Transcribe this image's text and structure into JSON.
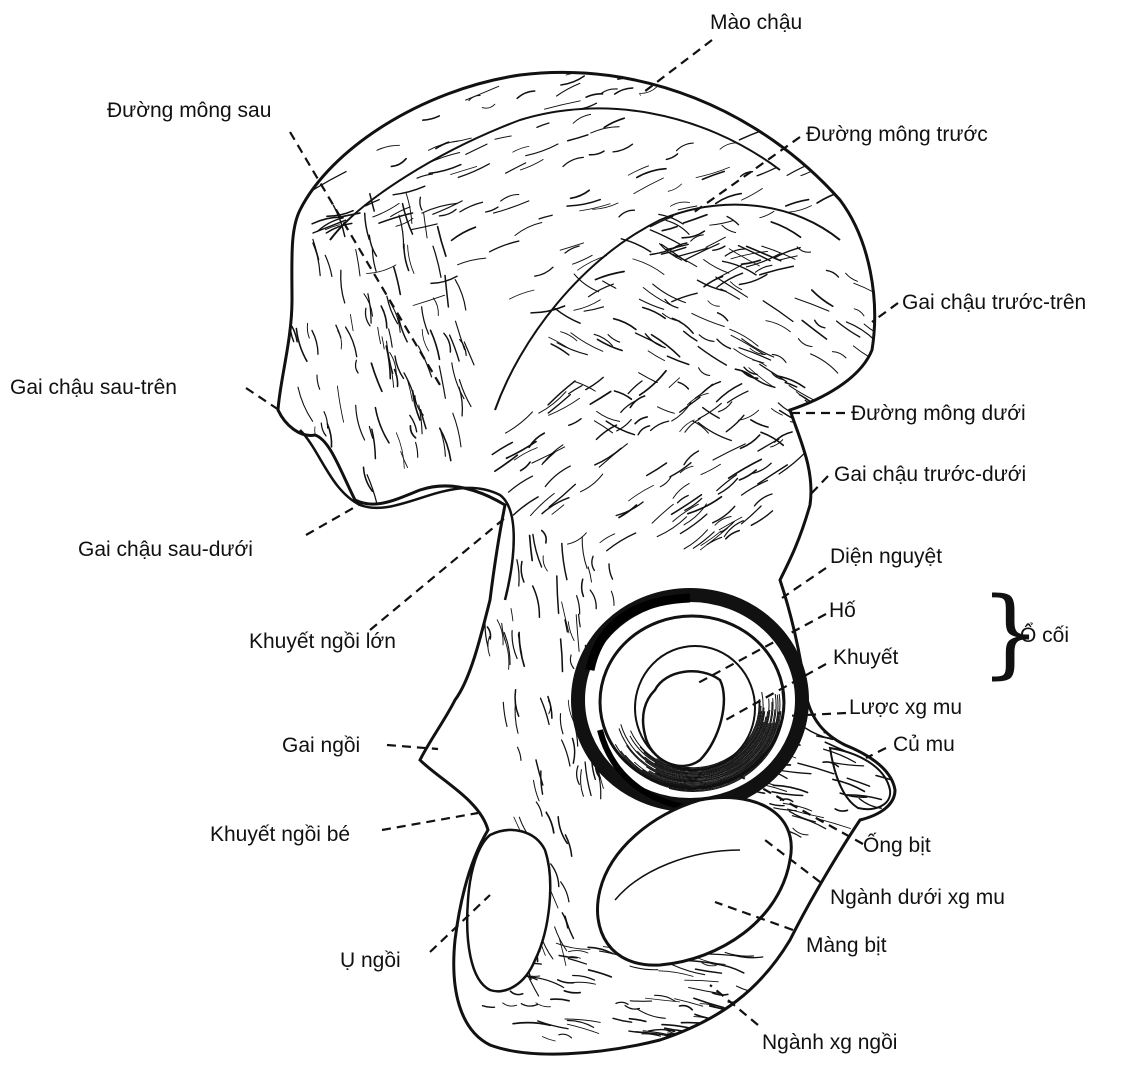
{
  "labels": {
    "mao_chau": "Mào chậu",
    "duong_mong_sau": "Đường mông sau",
    "duong_mong_truoc": "Đường mông trước",
    "gai_chau_truoc_tren": "Gai chậu trước-trên",
    "gai_chau_sau_tren": "Gai chậu sau-trên",
    "duong_mong_duoi": "Đường mông dưới",
    "gai_chau_truoc_duoi": "Gai chậu trước-dưới",
    "gai_chau_sau_duoi": "Gai chậu sau-dưới",
    "dien_nguyet": "Diện nguyệt",
    "ho": "Hố",
    "o_coi": "Ổ cối",
    "khuyet": "Khuyết",
    "khuyet_ngoi_lon": "Khuyết ngồi lớn",
    "luoc_xg_mu": "Lược xg mu",
    "gai_ngoi": "Gai ngồi",
    "cu_mu": "Củ mu",
    "khuyet_ngoi_be": "Khuyết ngồi bé",
    "ong_bit": "Ống bịt",
    "nganh_duoi_xg_mu": "Ngành dưới xg mu",
    "mang_bit": "Màng bịt",
    "u_ngoi": "Ụ ngồi",
    "nganh_xg_ngoi": "Ngành xg ngồi"
  },
  "colors": {
    "ink": "#111111",
    "paper": "#ffffff"
  }
}
